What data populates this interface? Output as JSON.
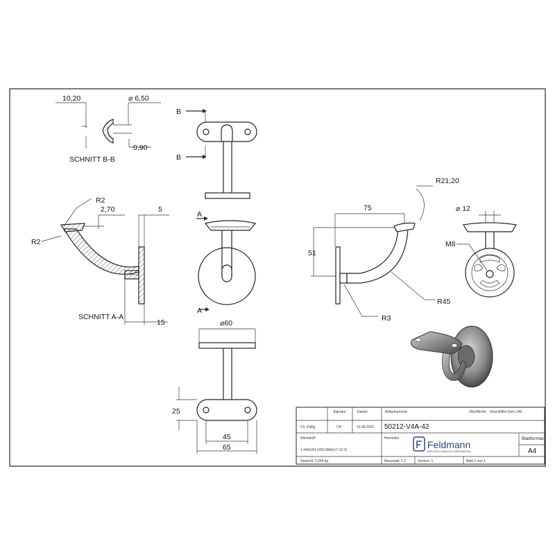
{
  "views": {
    "section_bb": {
      "dim_top_left": "10,20",
      "dim_top_right": "6,50",
      "dim_bottom": "0,90",
      "title": "SCHNITT B-B"
    },
    "section_aa": {
      "dim_r2_top": "R2",
      "dim_r2_left": "R2",
      "dim_2_70": "2,70",
      "dim_5": "5",
      "dim_15": "15",
      "title": "SCHNITT A-A"
    },
    "front_view": {
      "label_b_top": "B",
      "label_b_bottom": "B",
      "label_a_top": "A",
      "label_a_bottom": "A"
    },
    "bottom_view": {
      "dim_60": "60",
      "dim_25": "25",
      "dim_45": "45",
      "dim_65": "65"
    },
    "side_view": {
      "dim_75": "75",
      "dim_51": "51",
      "dim_r21": "R21,20",
      "dim_r45": "R45",
      "dim_r3": "R3"
    },
    "end_view": {
      "dim_12": "12",
      "dim_m8": "M8"
    }
  },
  "title_block": {
    "labels": {
      "signature": "Signatur",
      "date": "Datum",
      "article_number": "Artikelnummer",
      "surface": "Oberfläche:",
      "material": "Werkstoff:",
      "manufacturer": "Hersteller",
      "sheet_format": "Blattformat",
      "weight": "Gewicht: 0,204 kg",
      "scale": "Massstab: 1:2",
      "version": "Version: 1",
      "sheet": "Blatt 1 von 1"
    },
    "values": {
      "drawn_by": "Ch. Pallig",
      "signature_value": "CH",
      "date_value": "01.09.2020",
      "article_number_value": "50212-V4A-42",
      "surface_value": "Geschliffen Korn 240",
      "material_value": "1.4401/04 (X5CrNiMo17-12-2)",
      "format_value": "A4"
    },
    "logo": {
      "name": "Feldmann",
      "tagline": "EDELSTAHL-HANDLAUF-KOMPONENTEN"
    }
  },
  "colors": {
    "line": "#222222",
    "logo": "#2a4a7a",
    "solid": "#555555"
  }
}
